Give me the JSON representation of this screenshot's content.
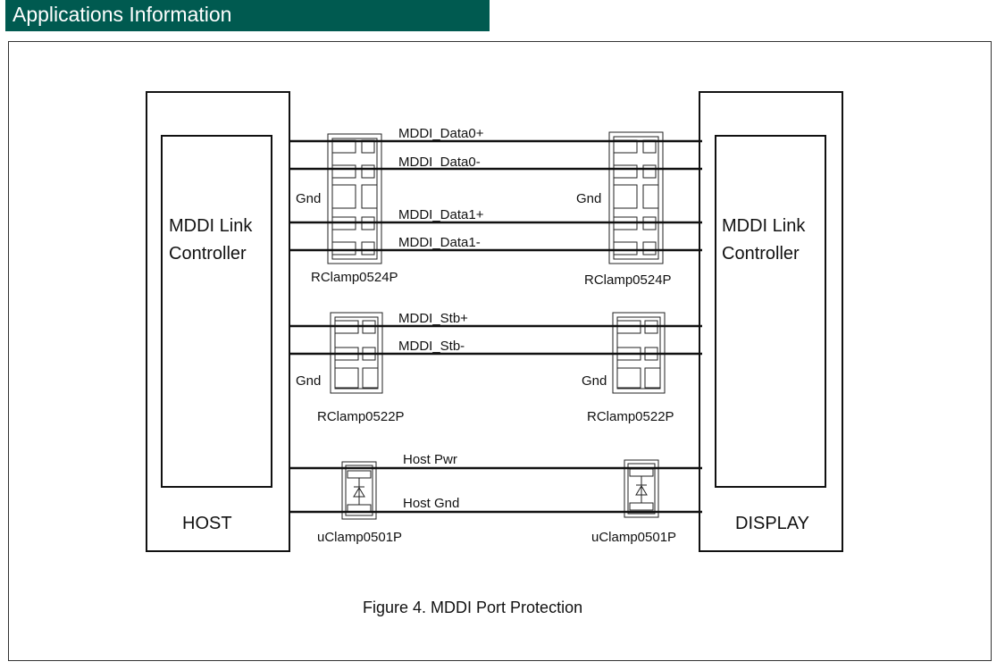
{
  "header": {
    "title": "Applications Information"
  },
  "diagram": {
    "host_label": "HOST",
    "display_label": "DISPLAY",
    "controller_left_line1": "MDDI Link",
    "controller_left_line2": "Controller",
    "controller_right_line1": "MDDI Link",
    "controller_right_line2": "Controller",
    "signals": {
      "data0_pos": "MDDI_Data0+",
      "data0_neg": "MDDI_Data0-",
      "data1_pos": "MDDI_Data1+",
      "data1_neg": "MDDI_Data1-",
      "stb_pos": "MDDI_Stb+",
      "stb_neg": "MDDI_Stb-",
      "host_pwr": "Host Pwr",
      "host_gnd": "Host Gnd"
    },
    "gnd_label": "Gnd",
    "parts": {
      "rclamp0524_left": "RClamp0524P",
      "rclamp0524_right": "RClamp0524P",
      "rclamp0522_left": "RClamp0522P",
      "rclamp0522_right": "RClamp0522P",
      "uclamp_left": "uClamp0501P",
      "uclamp_right": "uClamp0501P"
    },
    "caption": "Figure 4.  MDDI Port Protection"
  }
}
